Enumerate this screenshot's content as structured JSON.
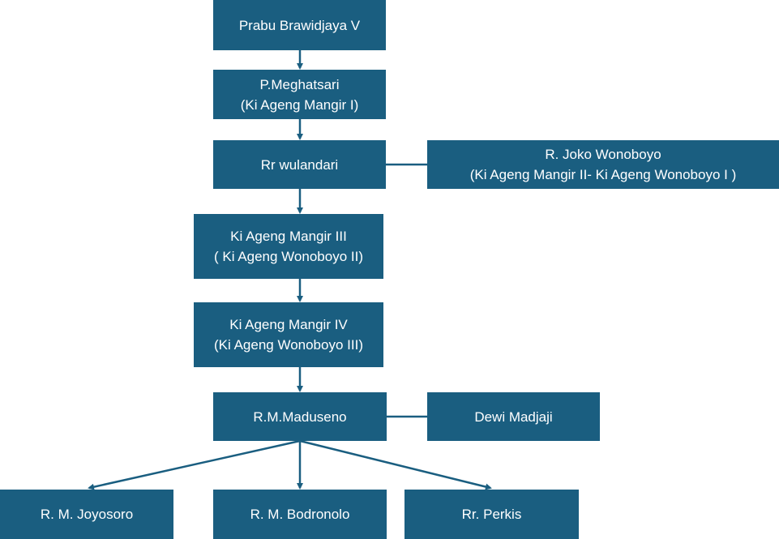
{
  "colors": {
    "box": "#1a5e80",
    "line": "#1a5e80",
    "text": "#ffffff"
  },
  "nodes": {
    "brawidjaya": {
      "line1": "Prabu Brawidjaya V"
    },
    "meghatsari": {
      "line1": "P.Meghatsari",
      "line2": "(Ki Ageng Mangir I)"
    },
    "wulandari": {
      "line1": "Rr wulandari"
    },
    "joko": {
      "line1": "R. Joko Wonoboyo",
      "line2": "(Ki Ageng Mangir II- Ki Ageng Wonoboyo I )"
    },
    "mangir3": {
      "line1": "Ki Ageng Mangir III",
      "line2": "( Ki Ageng Wonoboyo II)"
    },
    "mangir4": {
      "line1": "Ki Ageng Mangir IV",
      "line2": "(Ki Ageng Wonoboyo III)"
    },
    "maduseno": {
      "line1": "R.M.Maduseno"
    },
    "dewi": {
      "line1": "Dewi Madjaji"
    },
    "joyosoro": {
      "line1": "R. M. Joyosoro"
    },
    "bodronolo": {
      "line1": "R. M. Bodronolo"
    },
    "perkis": {
      "line1": "Rr. Perkis"
    }
  }
}
